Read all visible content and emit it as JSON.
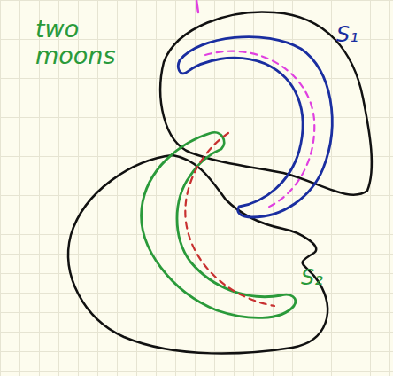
{
  "diagram": {
    "labels": [
      "two moons",
      "S₁",
      "S₂"
    ]
  }
}
